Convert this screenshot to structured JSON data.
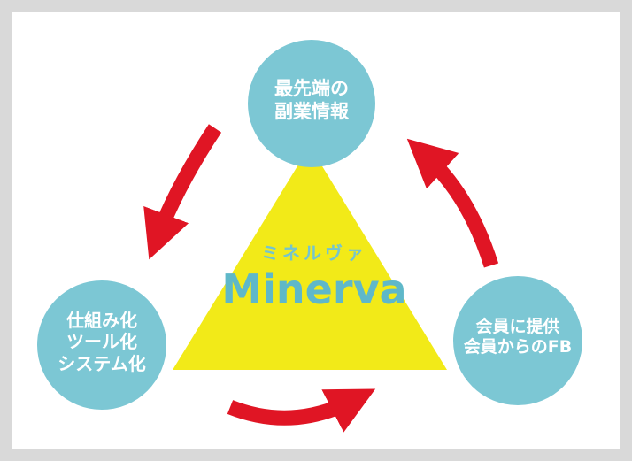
{
  "center": {
    "kana": "ミネルヴァ",
    "name": "Minerva"
  },
  "nodes": {
    "top": "最先端の\n副業情報",
    "left": "仕組み化\nツール化\nシステム化",
    "right": "会員に提供\n会員からのFB"
  },
  "colors": {
    "background": "#d9d9d9",
    "panel": "#ffffff",
    "triangle": "#f2ea18",
    "circle": "#7cc7d4",
    "arrow": "#e01524",
    "brand": "#5fb8c9"
  },
  "icons": [
    "arrow-top-to-left-icon",
    "arrow-left-to-right-icon",
    "arrow-right-to-top-icon"
  ]
}
